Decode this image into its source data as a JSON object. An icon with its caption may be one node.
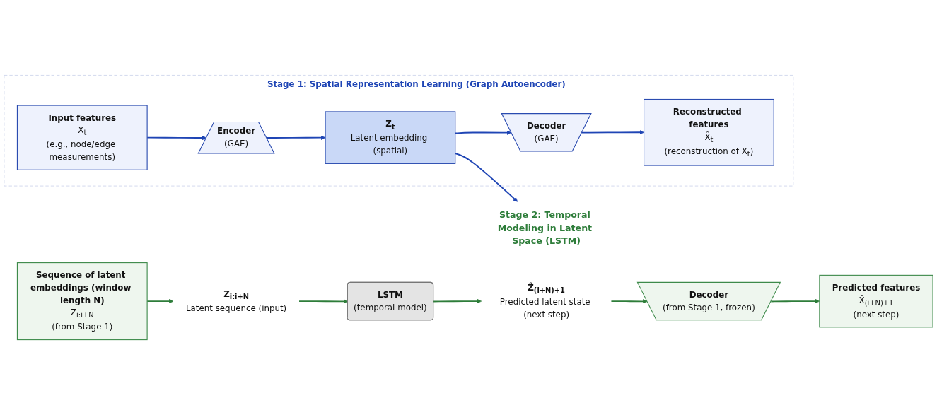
{
  "diagram": {
    "nodes": [
      {
        "text": [
          "Stage 1: Spatial Representation Learning (Graph Autoencoder)"
        ]
      },
      {
        "text": [
          "Input features",
          "X$_{t}$",
          "(e.g., node/edge measurements)"
        ],
        "in": 0
      },
      {
        "text": [
          "Encoder",
          "(GAE)"
        ],
        "in": 0
      },
      {
        "text": [
          "Z$_{t}$",
          "Latent embedding (spatial)"
        ],
        "in": 0
      },
      {
        "text": [
          "Decoder",
          "(GAE)"
        ],
        "in": 0
      },
      {
        "text": [
          "Reconstructed features",
          "X̂$_{t}$",
          "(reconstruction of X$_{t}$)"
        ],
        "in": 0
      },
      {
        "text": [
          "Stage 2: Temporal Modeling in Latent Space (LSTM)"
        ]
      },
      {
        "text": [
          "Sequence of latent embeddings (window length N)",
          "Z$_{i:i+N}$",
          "(from Stage 1)"
        ]
      },
      {
        "text": [
          "Z$_{i:i+N}$",
          "Latent sequence (input)"
        ]
      },
      {
        "text": [
          "LSTM",
          "(temporal model)"
        ]
      },
      {
        "text": [
          "Ẑ$_{(i+N)+1}$",
          "Predicted latent state (next step)"
        ]
      },
      {
        "text": [
          "Decoder",
          "(from Stage 1, frozen)"
        ]
      },
      {
        "text": [
          "Predicted features",
          "X̂$_{(i+N)+1}$",
          "(next step)"
        ]
      }
    ],
    "edges": [
      {
        "from": 1,
        "to": 2,
        "arrow": "to",
        "color": "#1f45b5"
      },
      {
        "from": 2,
        "to": 3,
        "arrow": "to",
        "color": "#1f45b5"
      },
      {
        "from": 3,
        "to": 4,
        "arrow": "to",
        "color": "#1f45b5"
      },
      {
        "from": 4,
        "to": 5,
        "arrow": "to",
        "color": "#1f45b5"
      },
      {
        "from": 3,
        "to": 6,
        "arrow": "to",
        "color": "#1f45b5"
      },
      {
        "from": 7,
        "to": 8,
        "arrow": "to",
        "color": "#2e7d3a"
      },
      {
        "from": 8,
        "to": 9,
        "arrow": "to",
        "color": "#2e7d3a"
      },
      {
        "from": 9,
        "to": 10,
        "arrow": "to",
        "color": "#2e7d3a"
      },
      {
        "from": 10,
        "to": 11,
        "arrow": "to",
        "color": "#2e7d3a"
      },
      {
        "from": 11,
        "to": 12,
        "arrow": "to",
        "color": "#2e7d3a"
      }
    ]
  }
}
